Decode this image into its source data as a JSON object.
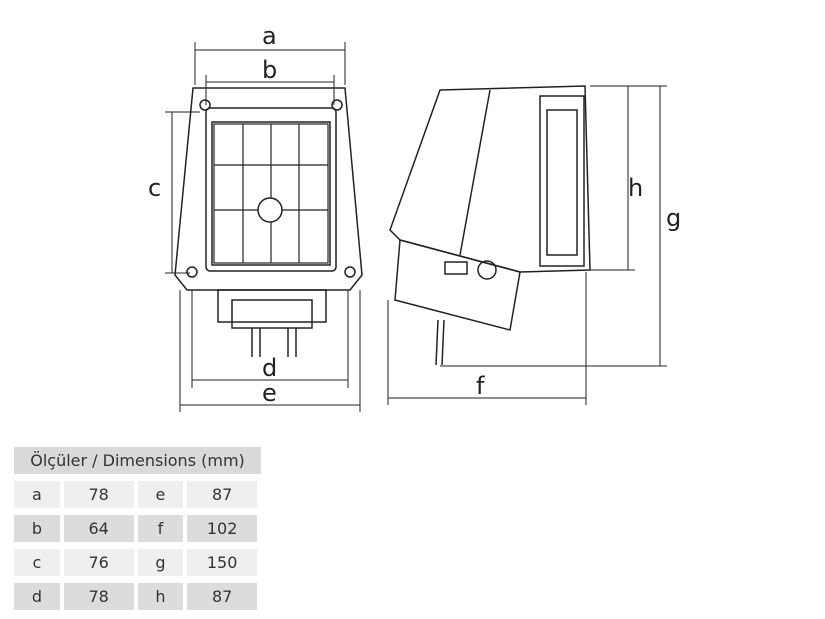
{
  "diagram": {
    "labels": {
      "a": "a",
      "b": "b",
      "c": "c",
      "d": "d",
      "e": "e",
      "f": "f",
      "g": "g",
      "h": "h"
    }
  },
  "table": {
    "title": "Ölçüler / Dimensions (mm)",
    "rows": [
      {
        "k1": "a",
        "v1": "78",
        "k2": "e",
        "v2": "87"
      },
      {
        "k1": "b",
        "v1": "64",
        "k2": "f",
        "v2": "102"
      },
      {
        "k1": "c",
        "v1": "76",
        "k2": "g",
        "v2": "150"
      },
      {
        "k1": "d",
        "v1": "78",
        "k2": "h",
        "v2": "87"
      }
    ]
  }
}
